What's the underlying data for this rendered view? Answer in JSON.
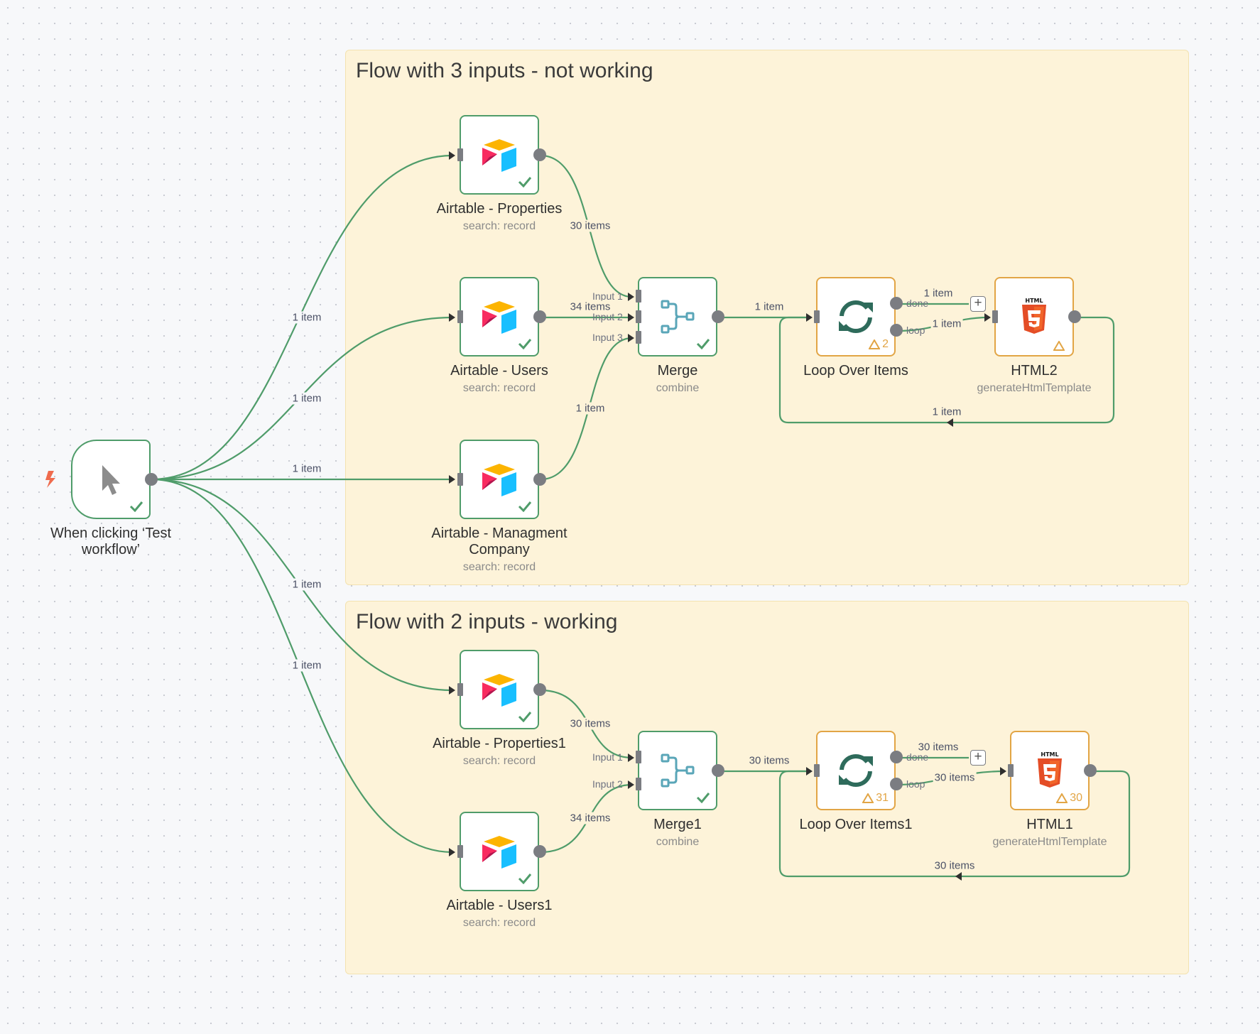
{
  "stickies": [
    {
      "title": "Flow with 3 inputs - not working"
    },
    {
      "title": "Flow with 2 inputs - working"
    }
  ],
  "nodes": {
    "trigger": {
      "title": "When clicking ‘Test workflow’",
      "icon": "pointer-icon",
      "status": "success"
    },
    "at_properties": {
      "title": "Airtable - Properties",
      "subtitle": "search: record",
      "icon": "airtable-icon",
      "status": "success"
    },
    "at_users": {
      "title": "Airtable - Users",
      "subtitle": "search: record",
      "icon": "airtable-icon",
      "status": "success"
    },
    "at_mgmt": {
      "title": "Airtable - Managment Company",
      "subtitle": "search: record",
      "icon": "airtable-icon",
      "status": "success"
    },
    "merge": {
      "title": "Merge",
      "subtitle": "combine",
      "icon": "merge-icon",
      "status": "success"
    },
    "loop": {
      "title": "Loop Over Items",
      "icon": "loop-icon",
      "warning_count": "2"
    },
    "html2": {
      "title": "HTML2",
      "subtitle": "generateHtmlTemplate",
      "icon": "html5-icon",
      "warning_count": ""
    },
    "at_properties1": {
      "title": "Airtable - Properties1",
      "subtitle": "search: record",
      "icon": "airtable-icon",
      "status": "success"
    },
    "at_users1": {
      "title": "Airtable - Users1",
      "subtitle": "search: record",
      "icon": "airtable-icon",
      "status": "success"
    },
    "merge1": {
      "title": "Merge1",
      "subtitle": "combine",
      "icon": "merge-icon",
      "status": "success"
    },
    "loop1": {
      "title": "Loop Over Items1",
      "icon": "loop-icon",
      "warning_count": "31"
    },
    "html1": {
      "title": "HTML1",
      "subtitle": "generateHtmlTemplate",
      "icon": "html5-icon",
      "warning_count": "30"
    }
  },
  "edge_labels": {
    "trig_props": "1 item",
    "trig_users": "1 item",
    "trig_mgmt": "1 item",
    "trig_props1": "1 item",
    "trig_users1": "1 item",
    "props_merge": "30 items",
    "users_merge": "34 items",
    "mgmt_merge": "1 item",
    "merge_loop": "1 item",
    "loop_done": "1 item",
    "loop_loop": "1 item",
    "html2_back": "1 item",
    "props1_merge1": "30 items",
    "users1_merge1": "34 items",
    "merge1_loop1": "30 items",
    "loop1_done": "30 items",
    "loop1_loop": "30 items",
    "html1_back": "30 items"
  },
  "port_labels": {
    "input1": "Input 1",
    "input2": "Input 2",
    "input3": "Input 3",
    "done": "done",
    "loop": "loop"
  },
  "html5_badge_text": "HTML",
  "colors": {
    "edge": "#4f9c6a",
    "node_border_success": "#4f9c6a",
    "node_border_warning": "#e2a545",
    "sticky_bg": "#fdf3d9",
    "trigger_bolt": "#ef6b4d"
  }
}
